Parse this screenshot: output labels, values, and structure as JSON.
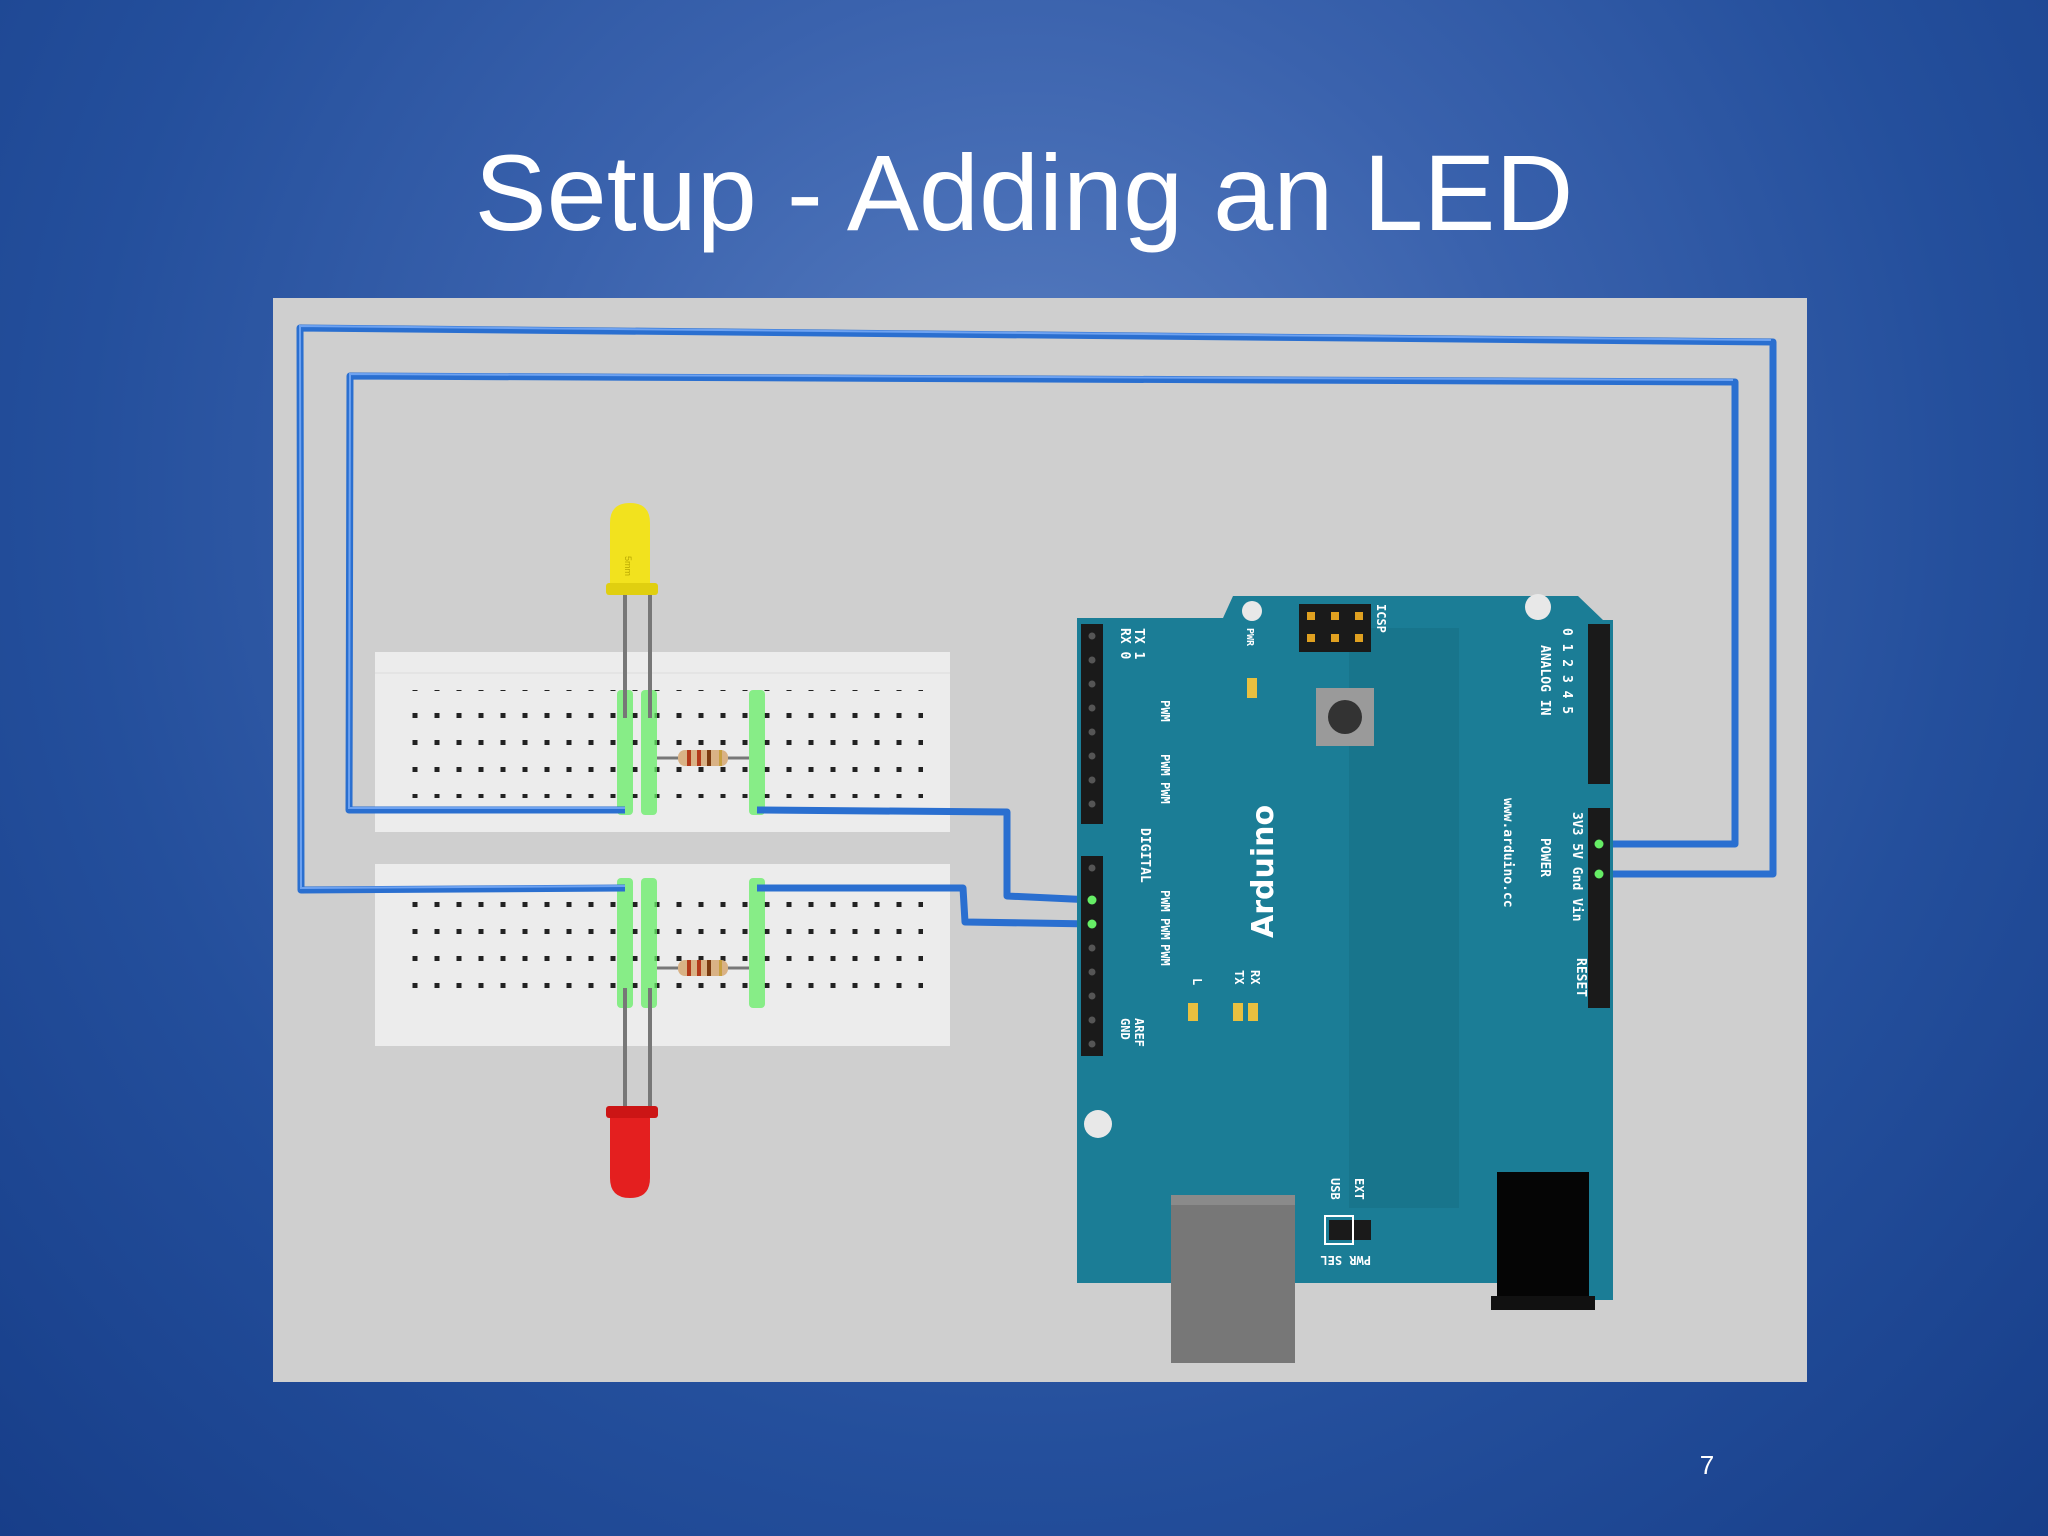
{
  "slide": {
    "title": "Setup - Adding an LED",
    "page_number": "7"
  },
  "diagram": {
    "board": {
      "name": "Arduino",
      "website": "www.arduino.cc",
      "icsp": "ICSP",
      "pwr": "PWR",
      "reset": "RESET",
      "power": "POWER",
      "power_pins": "3V3 5V Gnd Vin",
      "analog_in": "ANALOG IN",
      "analog_pins": "0 1 2 3 4 5",
      "digital": "DIGITAL",
      "pwm": "PWM",
      "rx0": "RX 0",
      "tx1": "TX 1",
      "gnd": "GND",
      "aref": "AREF",
      "led_l": "L",
      "tx": "TX",
      "rx": "RX",
      "usb": "USB",
      "ext": "EXT",
      "pwr_sel": "PWR SEL"
    },
    "colors": {
      "wire": "#2a6fd0",
      "board": "#1b7d96",
      "led_top": "#f2e21e",
      "led_bottom": "#e41f1f",
      "breadboard": "#e9e9e9",
      "highlight": "#66ee66"
    }
  }
}
